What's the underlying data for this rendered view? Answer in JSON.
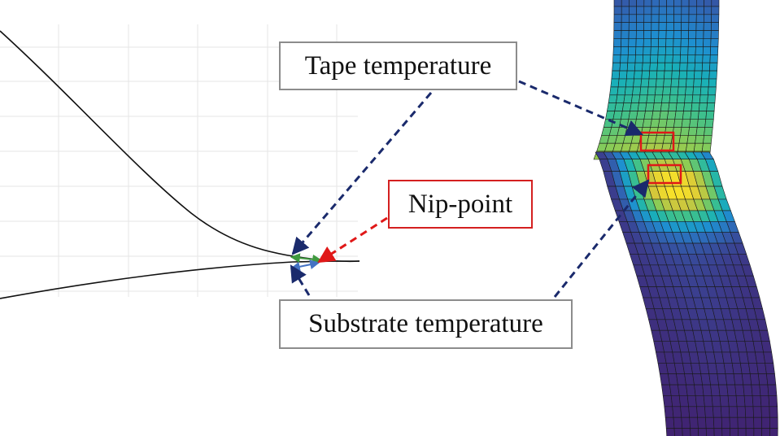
{
  "labels": {
    "tape_temperature": "Tape temperature",
    "nip_point": "Nip-point",
    "substrate_temperature": "Substrate temperature"
  },
  "colors": {
    "navy_arrow": "#1a2a6c",
    "red_arrow": "#e01818",
    "green_arrow": "#3f9a3f",
    "blue_arrow": "#4472c4",
    "highlight_box": "#e01818",
    "grid": "#e6e6e6"
  },
  "colormap": [
    "#440f5c",
    "#3b3f8f",
    "#2e6ab8",
    "#1e8fd0",
    "#19b0b8",
    "#3cc08d",
    "#8ccc55",
    "#d6c73a",
    "#f6e02a"
  ]
}
